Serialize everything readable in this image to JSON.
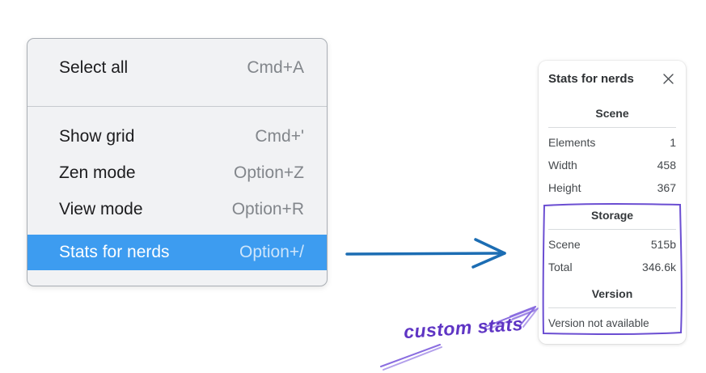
{
  "colors": {
    "menu_bg": "#f1f2f4",
    "menu_border": "#a9aeb4",
    "menu_text": "#1c1c1e",
    "shortcut_text": "#82868b",
    "highlight_bg": "#3d9cf0",
    "highlight_text": "#ffffff",
    "highlight_shortcut": "#cde5fb",
    "blue_arrow": "#1c6db3",
    "purple_dark": "#5f35c4",
    "purple_mid": "#6b4ed2",
    "purple_light": "#8a6de0",
    "panel_text": "#43474b",
    "hr_color": "#d8dbde"
  },
  "context_menu": {
    "items": [
      {
        "id": "select-all",
        "label": "Select all",
        "shortcut": "Cmd+A",
        "divider_after": true,
        "highlighted": false
      },
      {
        "id": "show-grid",
        "label": "Show grid",
        "shortcut": "Cmd+'",
        "divider_after": false,
        "highlighted": false
      },
      {
        "id": "zen-mode",
        "label": "Zen mode",
        "shortcut": "Option+Z",
        "divider_after": false,
        "highlighted": false
      },
      {
        "id": "view-mode",
        "label": "View mode",
        "shortcut": "Option+R",
        "divider_after": false,
        "highlighted": false
      },
      {
        "id": "stats-for-nerds",
        "label": "Stats for nerds",
        "shortcut": "Option+/",
        "divider_after": false,
        "highlighted": true
      }
    ]
  },
  "stats_panel": {
    "title": "Stats for nerds",
    "close_icon": "x-icon",
    "sections": [
      {
        "heading": "Scene",
        "rows": [
          {
            "label": "Elements",
            "value": "1"
          },
          {
            "label": "Width",
            "value": "458"
          },
          {
            "label": "Height",
            "value": "367"
          }
        ],
        "note": ""
      },
      {
        "heading": "Storage",
        "rows": [
          {
            "label": "Scene",
            "value": "515b"
          },
          {
            "label": "Total",
            "value": "346.6k"
          }
        ],
        "note": ""
      },
      {
        "heading": "Version",
        "rows": [],
        "note": "Version not available"
      }
    ]
  },
  "annotation": {
    "label": "custom stats"
  }
}
